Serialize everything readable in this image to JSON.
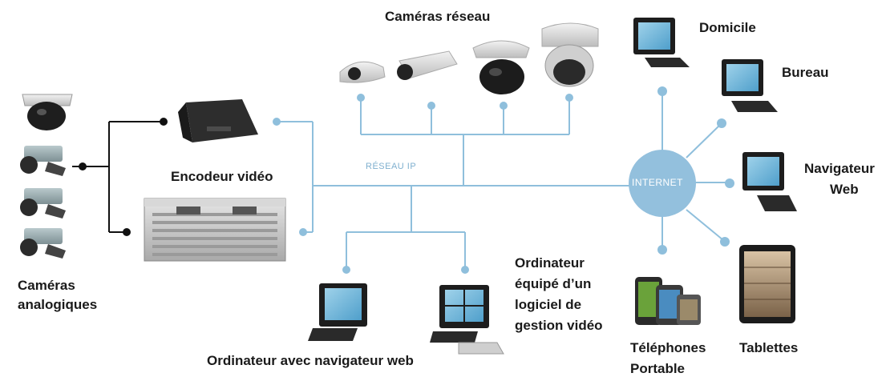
{
  "colors": {
    "network_line": "#8fbfdc",
    "node_dot": "#8fbfdc",
    "internet_fill": "#93c0dd",
    "analog_line": "#111111",
    "label_text": "#1a1a1a"
  },
  "labels": {
    "network_cameras": "Caméras réseau",
    "video_encoder": "Encodeur vidéo",
    "analog_cameras_1": "Caméras",
    "analog_cameras_2": "analogiques",
    "ip_network": "RÉSEAU IP",
    "internet": "INTERNET",
    "home": "Domicile",
    "office": "Bureau",
    "web_browser_1": "Navigateur",
    "web_browser_2": "Web",
    "pc_web_browser": "Ordinateur avec navigateur web",
    "vms_pc_1": "Ordinateur",
    "vms_pc_2": "équipé d’un",
    "vms_pc_3": "logiciel de",
    "vms_pc_4": "gestion vidéo",
    "phones_1": "Téléphones",
    "phones_2": "Portable",
    "tablets": "Tablettes"
  },
  "icons": [
    "dome-camera-icon",
    "bullet-camera-icon",
    "box-camera-icon",
    "ptz-camera-icon",
    "video-encoder-icon",
    "encoder-rack-icon",
    "computer-icon",
    "smartphone-icon",
    "tablet-icon"
  ]
}
